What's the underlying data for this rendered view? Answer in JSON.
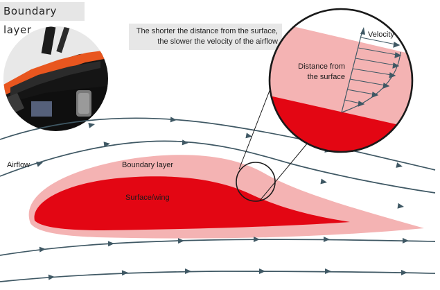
{
  "title": "Boundary layer",
  "caption": {
    "line1": "The shorter the distance from the surface,",
    "line2": "the slower the velocity of the airflow"
  },
  "labels": {
    "airflow": "Airflow",
    "boundary_layer": "Boundary layer",
    "surface_wing": "Surface/wing",
    "velocity": "Velocity",
    "distance_line1": "Distance from",
    "distance_line2": "the surface"
  },
  "colors": {
    "boundary_layer": "#f4b3b3",
    "wing": "#e30613",
    "streamline": "#3f5864",
    "magnifier_outline": "#1a1a1a"
  },
  "icons": {
    "car_photo": "race-car-wing-photo-icon",
    "streamline_arrow": "arrow-head-icon"
  }
}
